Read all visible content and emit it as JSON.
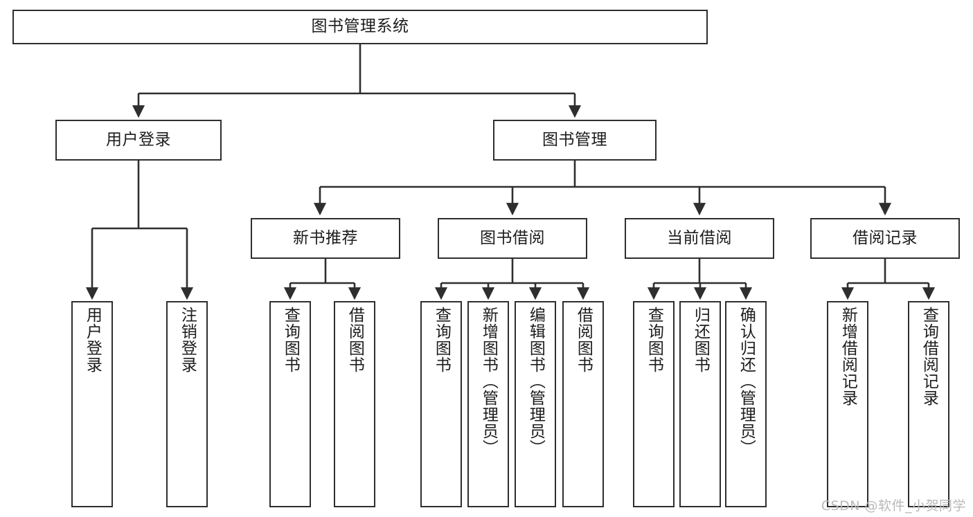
{
  "diagram": {
    "title": "图书管理系统",
    "type": "tree-hierarchy",
    "watermark": "CSDN @软件_小贺同学",
    "colors": {
      "stroke": "#2e2e2e",
      "fill": "#ffffff",
      "text": "#1c1c1c",
      "watermark": "#b9b9b9"
    },
    "levels": {
      "root": {
        "label": "图书管理系统"
      },
      "level1": [
        {
          "id": "user-login",
          "label": "用户登录"
        },
        {
          "id": "book-manage",
          "label": "图书管理"
        }
      ],
      "level2": [
        {
          "id": "new-book-rec",
          "label": "新书推荐",
          "parent": "book-manage"
        },
        {
          "id": "book-borrow",
          "label": "图书借阅",
          "parent": "book-manage"
        },
        {
          "id": "current-borrow",
          "label": "当前借阅",
          "parent": "book-manage"
        },
        {
          "id": "borrow-record",
          "label": "借阅记录",
          "parent": "book-manage"
        }
      ],
      "leaves": [
        {
          "id": "leaf-user-login",
          "label": "用户登录",
          "parent": "user-login"
        },
        {
          "id": "leaf-logout",
          "label": "注销登录",
          "parent": "user-login"
        },
        {
          "id": "leaf-query-book-1",
          "label": "查询图书",
          "parent": "new-book-rec"
        },
        {
          "id": "leaf-borrow-book-1",
          "label": "借阅图书",
          "parent": "new-book-rec"
        },
        {
          "id": "leaf-query-book-2",
          "label": "查询图书",
          "parent": "book-borrow"
        },
        {
          "id": "leaf-add-book",
          "label": "新增图书（管理员）",
          "parent": "book-borrow"
        },
        {
          "id": "leaf-edit-book",
          "label": "编辑图书（管理员）",
          "parent": "book-borrow"
        },
        {
          "id": "leaf-borrow-book-2",
          "label": "借阅图书",
          "parent": "book-borrow"
        },
        {
          "id": "leaf-query-book-3",
          "label": "查询图书",
          "parent": "current-borrow"
        },
        {
          "id": "leaf-return-book",
          "label": "归还图书",
          "parent": "current-borrow"
        },
        {
          "id": "leaf-confirm-return",
          "label": "确认归还（管理员）",
          "parent": "current-borrow"
        },
        {
          "id": "leaf-add-record",
          "label": "新增借阅记录",
          "parent": "borrow-record"
        },
        {
          "id": "leaf-query-record",
          "label": "查询借阅记录",
          "parent": "borrow-record"
        }
      ]
    }
  }
}
